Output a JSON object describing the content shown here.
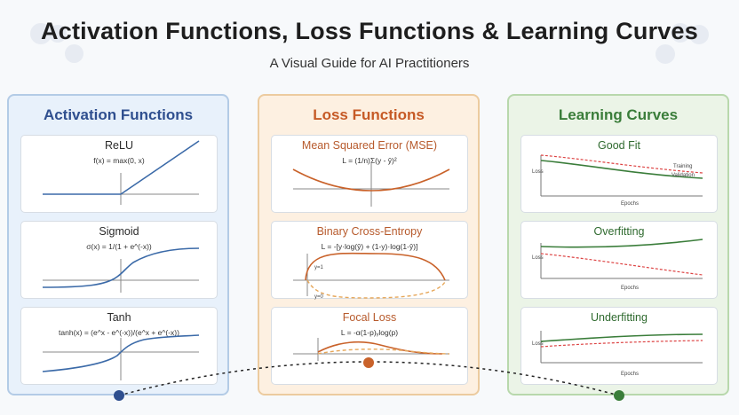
{
  "header": {
    "title": "Activation Functions, Loss Functions & Learning Curves",
    "subtitle": "A Visual Guide for AI Practitioners"
  },
  "colors": {
    "activation": "#2f5596",
    "loss": "#c9622a",
    "learning": "#3a7d3a"
  },
  "activation": {
    "title": "Activation Functions",
    "cards": [
      {
        "name": "ReLU",
        "formula": "f(x) = max(0, x)"
      },
      {
        "name": "Sigmoid",
        "formula": "σ(x) = 1/(1 + e^(-x))"
      },
      {
        "name": "Tanh",
        "formula": "tanh(x) = (e^x - e^(-x))/(e^x + e^(-x))"
      }
    ]
  },
  "loss": {
    "title": "Loss Functions",
    "cards": [
      {
        "name": "Mean Squared Error (MSE)",
        "formula": "L = (1/n)Σ(y - ŷ)²"
      },
      {
        "name": "Binary Cross-Entropy",
        "formula": "L = -[y·log(ŷ) + (1-y)·log(1-ŷ)]",
        "label_y1": "y=1",
        "label_y0": "y=0"
      },
      {
        "name": "Focal Loss",
        "formula": "L = -α(1-p)ᵧlog(p)"
      }
    ]
  },
  "learning": {
    "title": "Learning Curves",
    "cards": [
      {
        "name": "Good Fit",
        "ylabel": "Loss",
        "xlabel": "Epochs",
        "legend_training": "Training",
        "legend_validation": "Validation"
      },
      {
        "name": "Overfitting",
        "ylabel": "Loss",
        "xlabel": "Epochs"
      },
      {
        "name": "Underfitting",
        "ylabel": "Loss",
        "xlabel": "Epochs"
      }
    ]
  }
}
